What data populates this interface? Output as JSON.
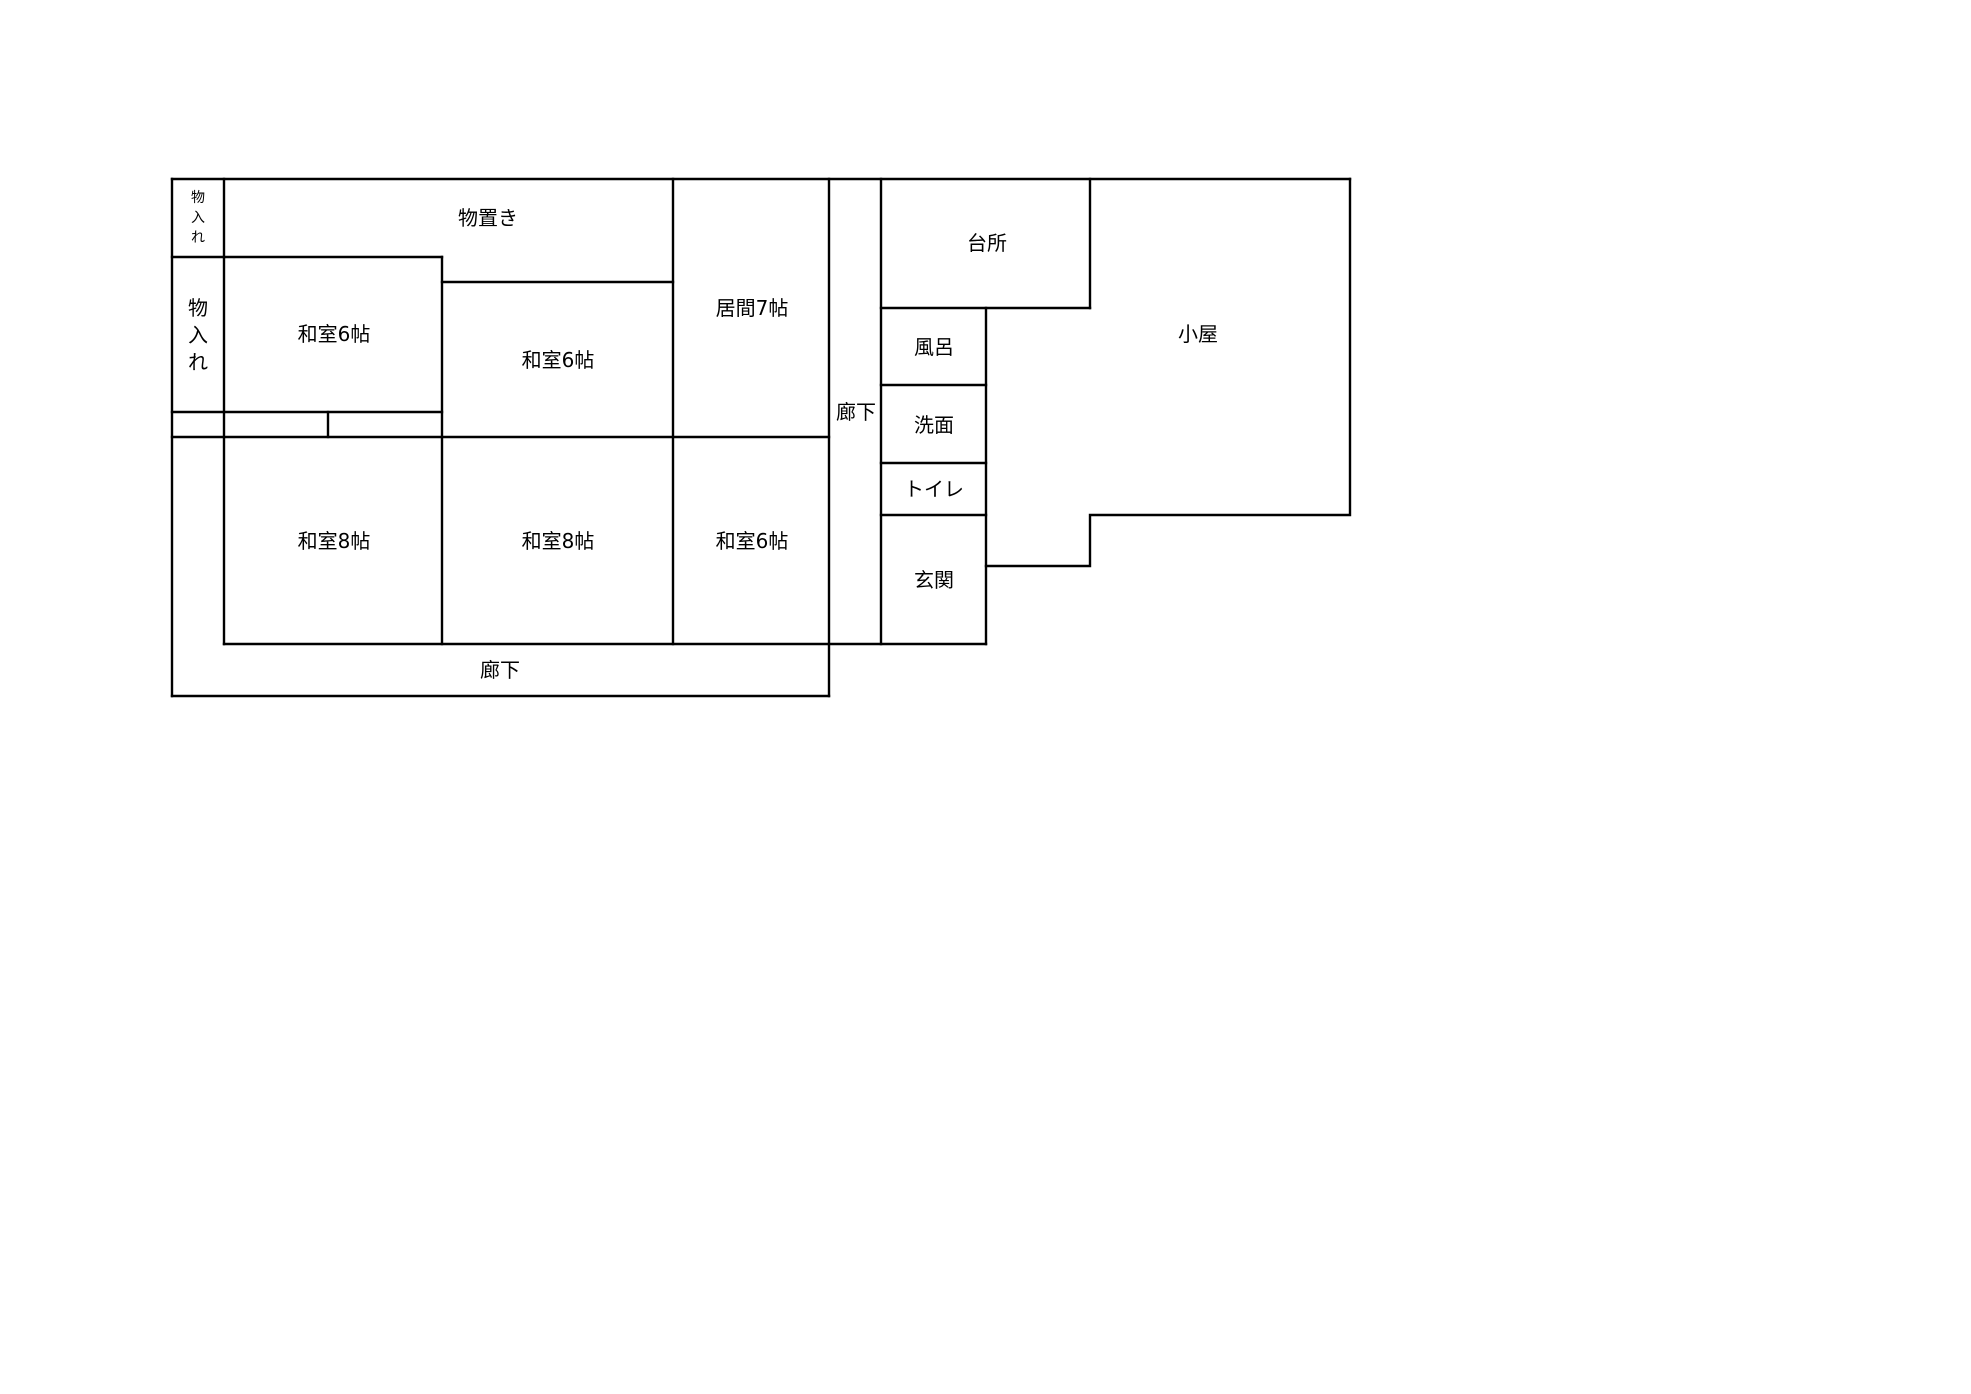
{
  "rooms": {
    "storage_small": [
      "物",
      "入",
      "れ"
    ],
    "storage_room": "物置き",
    "storage_closet": [
      "物",
      "入",
      "れ"
    ],
    "washitsu_6_a": "和室6帖",
    "washitsu_6_b": "和室6帖",
    "ima_7": "居間7帖",
    "hallway_vertical": "廊下",
    "kitchen": "台所",
    "bath": "風呂",
    "washroom": "洗面",
    "toilet": "トイレ",
    "hut": "小屋",
    "washitsu_8_a": "和室8帖",
    "washitsu_8_b": "和室8帖",
    "washitsu_6_c": "和室6帖",
    "entrance": "玄関",
    "hallway_horizontal": "廊下"
  }
}
